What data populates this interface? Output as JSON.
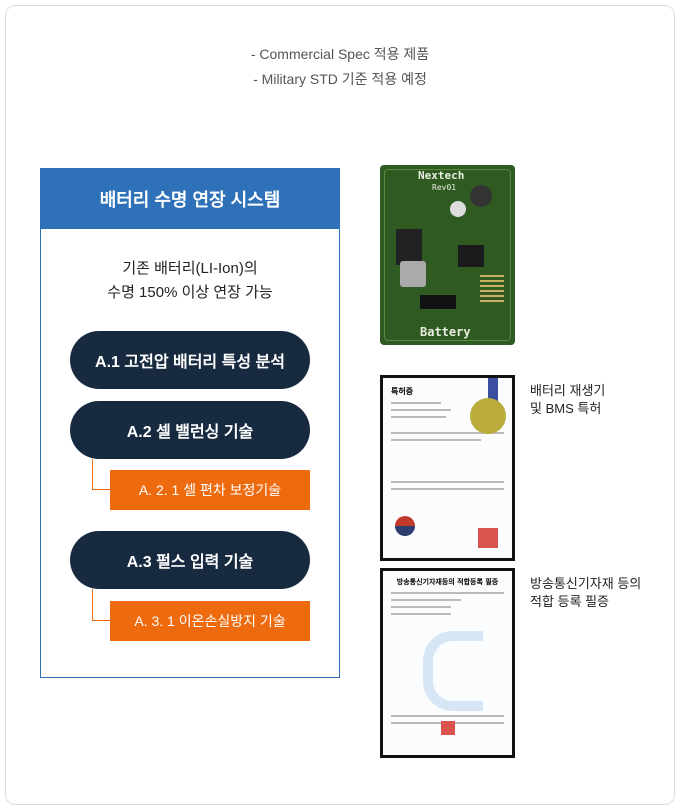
{
  "spec_lines": [
    "- Commercial Spec 적용 제품",
    "- Military STD 기준 적용 예정"
  ],
  "system": {
    "title": "배터리 수명 연장 시스템",
    "desc_line1": "기존 배터리(LI-Ion)의",
    "desc_line2": "수명 150% 이상 연장 가능",
    "items": [
      {
        "label": "A.1 고전압 배터리 특성 분석"
      },
      {
        "label": "A.2 셀 밸런싱 기술",
        "sub": "A. 2. 1 셀 편차 보정기술"
      },
      {
        "label": "A.3 펄스 입력 기술",
        "sub": "A. 3. 1 이온손실방지 기술"
      }
    ]
  },
  "images": {
    "pcb_text": [
      "Nextech",
      "Rev01",
      "Battery"
    ],
    "patent_title": "특허증",
    "kc_title": "방송통신기자재등의 적합등록 필증"
  },
  "captions": {
    "patent_line1": "배터리 재생기",
    "patent_line2": "및 BMS 특허",
    "kc_line1": "방송통신기자재 등의",
    "kc_line2": "적합 등록 필증"
  },
  "colors": {
    "header_blue": "#2e71b8",
    "pill_navy": "#172a40",
    "sub_orange": "#ee6a0f"
  }
}
